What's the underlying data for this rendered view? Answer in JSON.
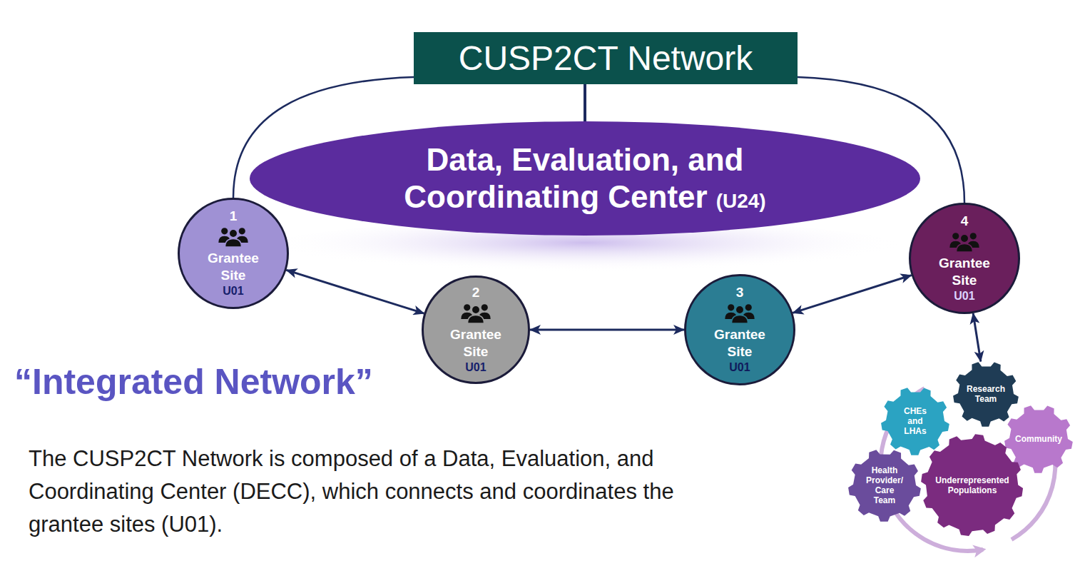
{
  "diagram": {
    "caption": "The CUSP2CT Network is composed of a Data, Evaluation, and Coordinating Center (DECC), which connects and coordinates the grantee sites (U01).",
    "nodes": [
      {
        "text": [
          "CUSP2CT Network"
        ]
      },
      {
        "text": [
          "Data, Evaluation, and Coordinating Center",
          "(U24)"
        ]
      },
      {
        "text": [
          "1",
          "Grantee Site",
          "U01"
        ]
      },
      {
        "text": [
          "2",
          "Grantee Site",
          "U01"
        ]
      },
      {
        "text": [
          "3",
          "Grantee Site",
          "U01"
        ]
      },
      {
        "text": [
          "4",
          "Grantee Site",
          "U01"
        ]
      },
      {
        "text": [
          "Research Team"
        ]
      },
      {
        "text": [
          "CHEs and LHAs"
        ]
      },
      {
        "text": [
          "Community"
        ]
      },
      {
        "text": [
          "Health Provider/ Care Team"
        ]
      },
      {
        "text": [
          "Underrepresented Populations"
        ]
      }
    ],
    "edges": [
      {
        "from": 0,
        "to": 1,
        "arrow": "none"
      },
      {
        "from": 0,
        "to": 2,
        "arrow": "none"
      },
      {
        "from": 0,
        "to": 5,
        "arrow": "none"
      },
      {
        "from": 2,
        "to": 3,
        "arrow": "both"
      },
      {
        "from": 3,
        "to": 4,
        "arrow": "both"
      },
      {
        "from": 4,
        "to": 5,
        "arrow": "both"
      },
      {
        "from": 5,
        "to": 6,
        "arrow": "both"
      }
    ],
    "labels": [
      "“Integrated Network”"
    ]
  }
}
